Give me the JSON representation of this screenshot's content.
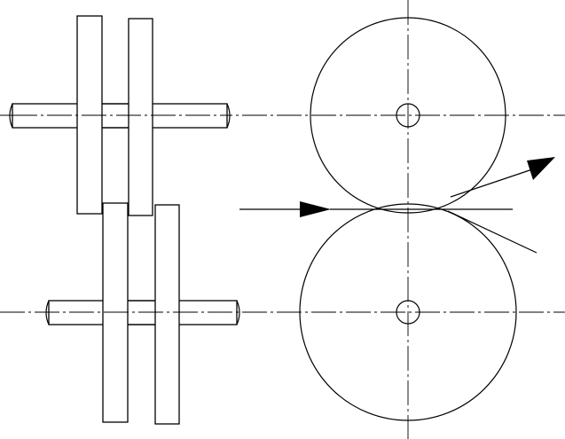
{
  "diagram": {
    "description_visible_text": [],
    "colors": {
      "ink": "#000000",
      "paper": "#ffffff"
    },
    "parts": {
      "left_view": [
        "upper-shaft",
        "upper-roller-disc-a",
        "upper-roller-disc-b",
        "lower-shaft",
        "lower-roller-disc-a",
        "lower-roller-disc-b"
      ],
      "right_view": [
        "upper-roll-circle",
        "upper-roll-hub",
        "lower-roll-circle",
        "lower-roll-hub",
        "feed-arrow",
        "exit-arrow",
        "tangent-line"
      ]
    }
  }
}
